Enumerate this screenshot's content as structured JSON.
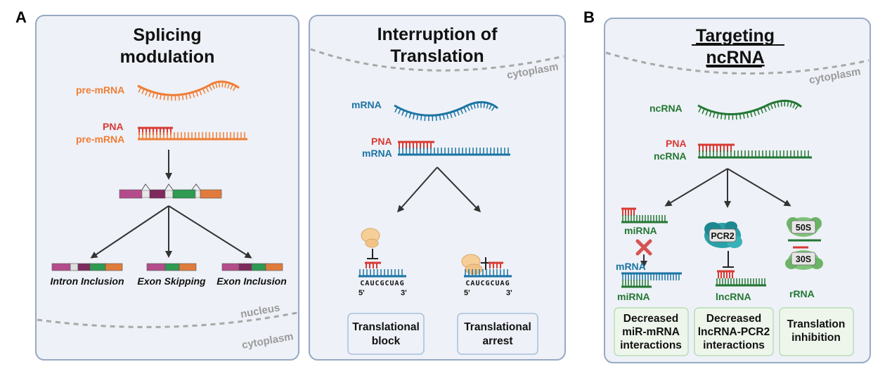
{
  "panel_labels": {
    "a": "A",
    "b": "B"
  },
  "splicing": {
    "title_line1": "Splicing",
    "title_line2": "modulation",
    "pre_mrna": "pre-mRNA",
    "pna": "PNA",
    "pre_mrna_duplex": "pre-mRNA",
    "outcomes": [
      "Intron Inclusion",
      "Exon Skipping",
      "Exon Inclusion"
    ],
    "nucleus": "nucleus",
    "cytoplasm": "cytoplasm"
  },
  "translation": {
    "title_line1": "Interruption of",
    "title_line2": "Translation",
    "cytoplasm": "cytoplasm",
    "mrna": "mRNA",
    "pna": "PNA",
    "mrna_duplex": "mRNA",
    "sequence_left": "CAUCGCUAG",
    "sequence_right": "CAUCGCUAG",
    "five_prime_left": "5'",
    "three_prime_left": "3'",
    "five_prime_right": "5'",
    "three_prime_right": "3'",
    "block_line1": "Translational",
    "block_line2": "block",
    "arrest_line1": "Translational",
    "arrest_line2": "arrest"
  },
  "ncrna": {
    "title_line1": "Targeting",
    "title_line2": "ncRNA",
    "cytoplasm": "cytoplasm",
    "ncrna": "ncRNA",
    "pna": "PNA",
    "ncrna_duplex": "ncRNA",
    "mirna_top": "miRNA",
    "mrna": "mRNA",
    "mirna_bottom": "miRNA",
    "pcr2": "PCR2",
    "lncrna": "lncRNA",
    "s50": "50S",
    "s30": "30S",
    "rrna": "rRNA",
    "box1": [
      "Decreased",
      "miR-mRNA",
      "interactions"
    ],
    "box2": [
      "Decreased",
      "lncRNA-PCR2",
      "interactions"
    ],
    "box3": [
      "Translation",
      "inhibition"
    ]
  },
  "colors": {
    "pre_mrna": "#F07D34",
    "pna": "#D83A33",
    "mrna": "#1A74A4",
    "ncrna": "#237733",
    "exon_magenta": "#B44C8C",
    "exon_purple": "#7E2A5E",
    "exon_green": "#2E9A52",
    "exon_orange": "#E07B3C",
    "panel_bg": "#EEF1F7",
    "panel_border": "#97A9C4"
  }
}
